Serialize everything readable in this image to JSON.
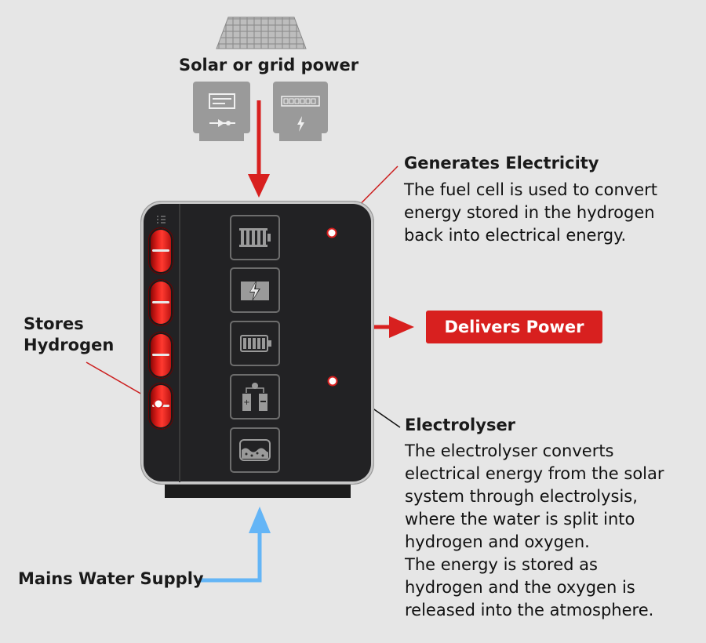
{
  "power_source": {
    "label": "Solar or grid power"
  },
  "generates": {
    "title": "Generates Electricity",
    "lines": [
      "The fuel cell is used to convert",
      "energy stored in the hydrogen",
      "back into electrical energy."
    ]
  },
  "stores": {
    "lines": [
      "Stores",
      "Hydrogen"
    ]
  },
  "delivers": {
    "label": "Delivers Power"
  },
  "electrolyser": {
    "title": "Electrolyser",
    "lines": [
      "The electrolyser converts",
      "electrical energy from the solar",
      "system through electrolysis,",
      "where the water is split into",
      "hydrogen and oxygen.",
      "The energy is stored as",
      "hydrogen and the oxygen is",
      "released into the atmosphere."
    ]
  },
  "water": {
    "label": "Mains Water Supply"
  },
  "colors": {
    "accent_red": "#d8201f",
    "water_blue": "#64b5f6",
    "unit_body": "#222224"
  },
  "icons": {
    "source": [
      "solar-panel-icon",
      "inverter-icon",
      "electric-meter-icon"
    ],
    "modules": [
      "fuel-cell-icon",
      "power-converter-icon",
      "battery-icon",
      "electrolysis-icon",
      "water-tank-icon"
    ]
  }
}
